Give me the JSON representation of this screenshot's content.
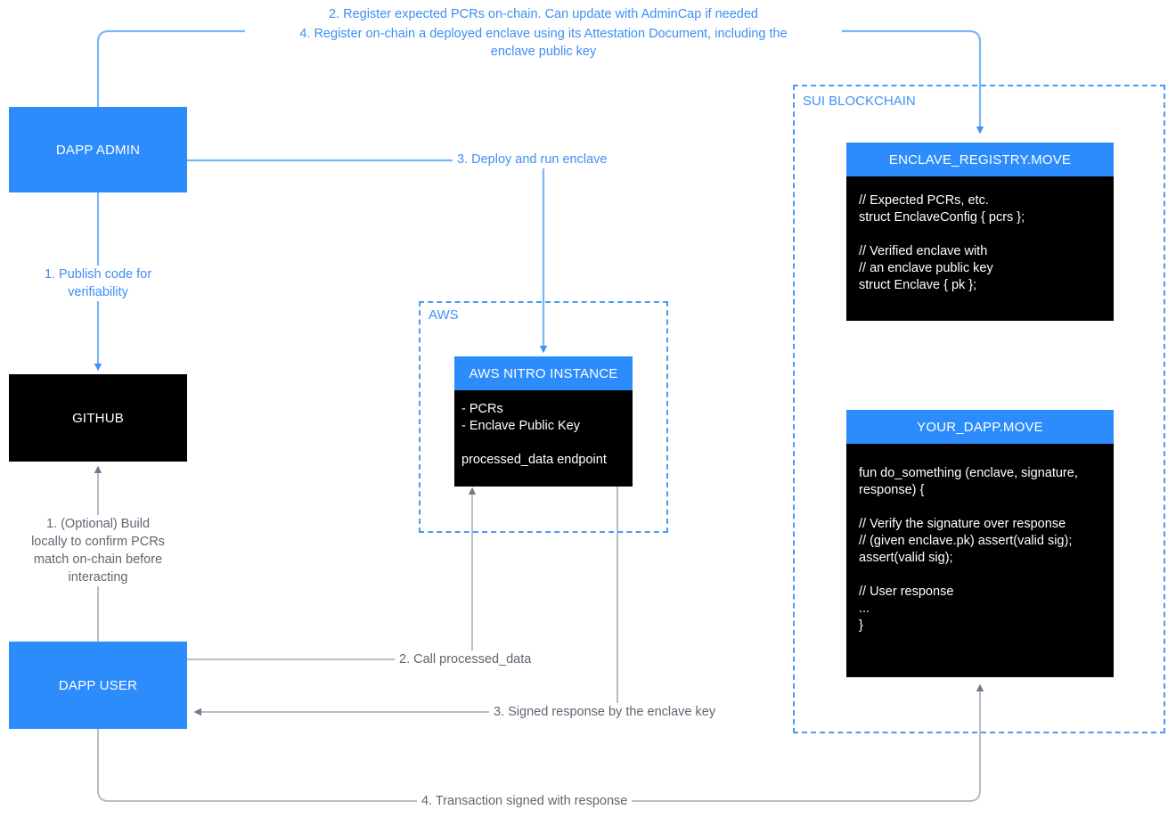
{
  "diagram": {
    "title": "Sui Nitro Enclave attestation flow",
    "colors": {
      "accent_blue": "#2d8cfc",
      "edge_blue": "#7bb6f7",
      "edge_gray": "#aab0b8",
      "label_gray": "#5f6672",
      "box_black": "#000000",
      "group_dash_blue": "#4a9bf5"
    }
  },
  "nodes": {
    "dapp_admin": {
      "label": "DAPP ADMIN"
    },
    "github": {
      "label": "GITHUB"
    },
    "dapp_user": {
      "label": "DAPP USER"
    },
    "aws_nitro_instance": {
      "title": "AWS NITRO INSTANCE",
      "body": "- PCRs\n- Enclave Public Key\n\nprocessed_data endpoint"
    },
    "enclave_registry": {
      "title": "ENCLAVE_REGISTRY.MOVE",
      "body": "// Expected PCRs, etc.\nstruct EnclaveConfig { pcrs };\n\n// Verified enclave with\n// an enclave public key\nstruct Enclave { pk };"
    },
    "your_dapp": {
      "title": "YOUR_DAPP.MOVE",
      "body": "fun do_something (enclave, signature,\nresponse) {\n\n// Verify the signature over response\n// (given enclave.pk) assert(valid sig);\nassert(valid sig);\n\n// User response\n...\n}"
    }
  },
  "groups": {
    "aws": {
      "label": "AWS"
    },
    "sui": {
      "label": "SUI BLOCKCHAIN"
    }
  },
  "edges": {
    "register_pcrs": "2. Register expected PCRs on-chain. Can update with AdminCap if needed",
    "register_enclave": "4. Register on-chain a deployed enclave using its Attestation Document, including the\nenclave public key",
    "publish_code": "1. Publish code for\nverifiability",
    "deploy_run": "3. Deploy and run enclave",
    "build_locally": "1. (Optional) Build\nlocally to confirm PCRs\nmatch on-chain before\ninteracting",
    "call_processed_data": "2. Call processed_data",
    "signed_response": "3. Signed response by the enclave key",
    "transaction_signed": "4. Transaction signed with response"
  }
}
